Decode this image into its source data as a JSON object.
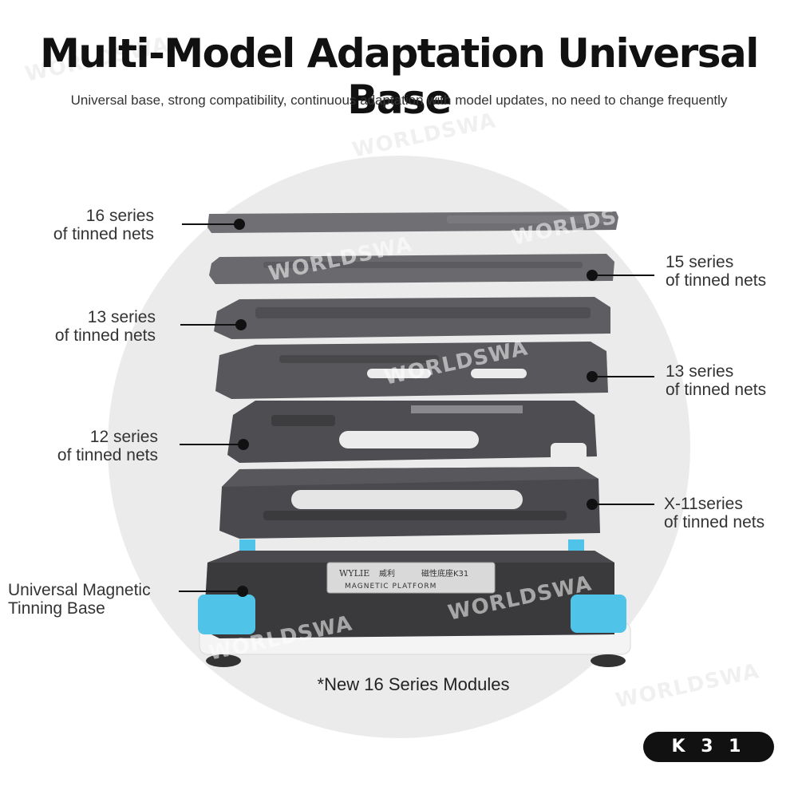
{
  "header": {
    "title": "Multi-Model Adaptation Universal Base",
    "subtitle": "Universal base, strong compatibility, continuous adaptation with model updates, no need to change frequently"
  },
  "labels": {
    "left": [
      {
        "line1": "16 series",
        "line2": "of tinned nets"
      },
      {
        "line1": "13 series",
        "line2": "of tinned nets"
      },
      {
        "line1": "12 series",
        "line2": "of tinned nets"
      },
      {
        "line1": "Universal Magnetic",
        "line2": "Tinning Base"
      }
    ],
    "right": [
      {
        "line1": "15 series",
        "line2": "of tinned nets"
      },
      {
        "line1": "13 series",
        "line2": "of tinned nets"
      },
      {
        "line1": "X-11series",
        "line2": "of tinned nets"
      }
    ]
  },
  "base_plate": {
    "brand": "WYLIE",
    "chinese": "威利",
    "chinese2": "磁性底座K31",
    "platform": "MAGNETIC PLATFORM"
  },
  "footnote": "*New 16 Series Modules",
  "badge": "K 3 1",
  "watermark": "WORLDSWA",
  "colors": {
    "plate_gray": "#6f6f73",
    "plate_dark": "#4a4a4e",
    "base_dark": "#3a3a3c",
    "accent_blue": "#4fc3e8",
    "circle_bg": "#ebebeb"
  }
}
